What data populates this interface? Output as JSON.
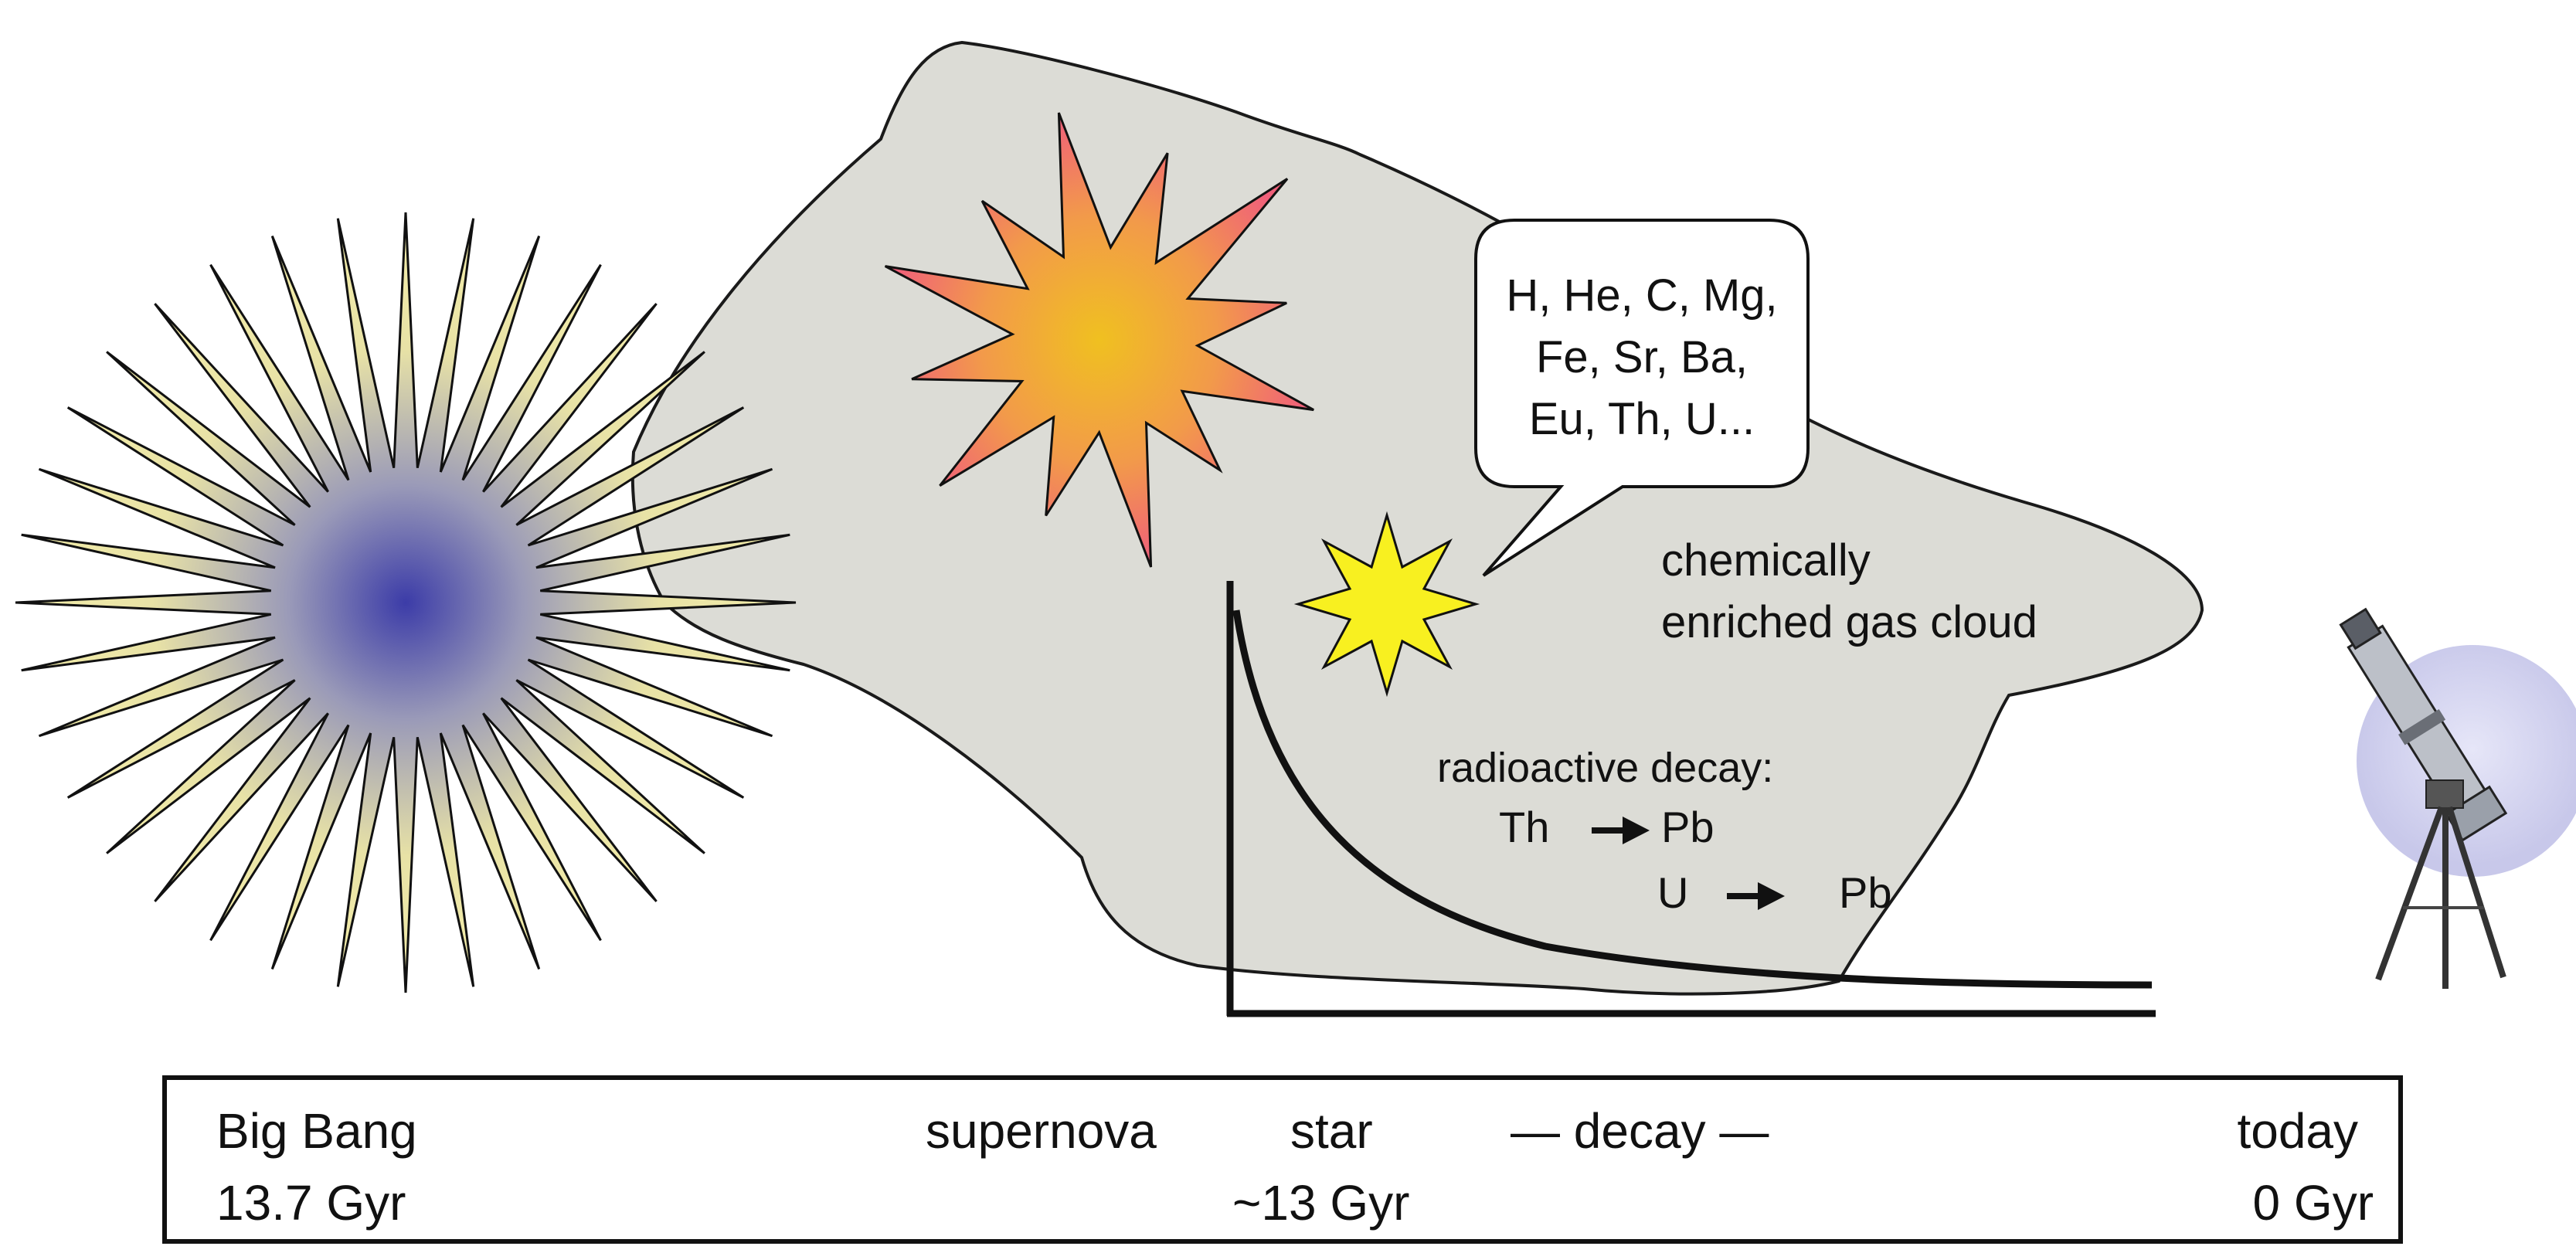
{
  "speech_bubble": {
    "lines": [
      "H, He, C, Mg,",
      "Fe, Sr, Ba,",
      "Eu, Th, U..."
    ]
  },
  "gas_cloud": {
    "label_lines": [
      "chemically",
      "enriched gas cloud"
    ]
  },
  "decay": {
    "title": "radioactive decay:",
    "reaction_1": {
      "from": "Th",
      "to": "Pb"
    },
    "reaction_2": {
      "from": "U",
      "to": "Pb"
    }
  },
  "timeline": {
    "big_bang_label": "Big Bang",
    "big_bang_age": "13.7 Gyr",
    "supernova_label": "supernova",
    "star_label": "star",
    "decay_label": "— decay —",
    "middle_age": "~13 Gyr",
    "today_label": "today",
    "today_age": "0 Gyr"
  },
  "colors": {
    "cloud_fill": "#dcdcd6",
    "big_bang_center": "#3c3ca8",
    "big_bang_rays": "#f2eca8",
    "supernova_center": "#f0c020",
    "supernova_edge": "#f0607a",
    "star_fill": "#f8f020",
    "telescope_backdrop": "#d4d4f0"
  },
  "icons": [
    "big-bang-starburst-icon",
    "supernova-burst-icon",
    "star-icon",
    "telescope-icon",
    "arrow-right-icon"
  ]
}
